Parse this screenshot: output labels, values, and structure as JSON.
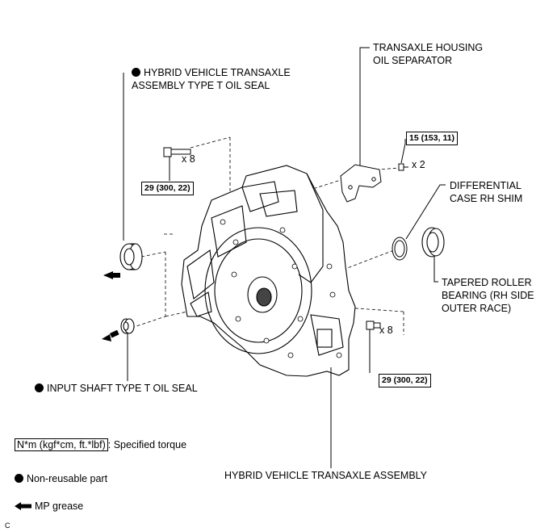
{
  "labels": {
    "oil_separator": "TRANSAXLE HOUSING\nOIL SEPARATOR",
    "hybrid_seal": "HYBRID VEHICLE TRANSAXLE\nASSEMBLY TYPE T OIL SEAL",
    "diff_shim": "DIFFERENTIAL\nCASE RH SHIM",
    "bearing": "TAPERED ROLLER\nBEARING (RH SIDE\nOUTER RACE)",
    "input_seal": "INPUT SHAFT TYPE T OIL SEAL",
    "assembly": "HYBRID VEHICLE TRANSAXLE ASSEMBLY"
  },
  "torques": {
    "separator_bolt": "15 (153, 11)",
    "top_bolt": "29 (300, 22)",
    "right_bolt": "29 (300, 22)"
  },
  "quantities": {
    "separator_bolt": "x 2",
    "top_bolt": "x 8",
    "right_bolt": "x 8"
  },
  "legend": {
    "torque_unit": "N*m (kgf*cm, ft.*lbf)",
    "torque_text": ": Specified torque",
    "non_reusable": "Non-reusable part",
    "grease": "MP grease"
  },
  "figure_code": "C",
  "icons": {
    "non_reusable": "filled-circle-icon",
    "grease": "left-arrow-icon"
  }
}
